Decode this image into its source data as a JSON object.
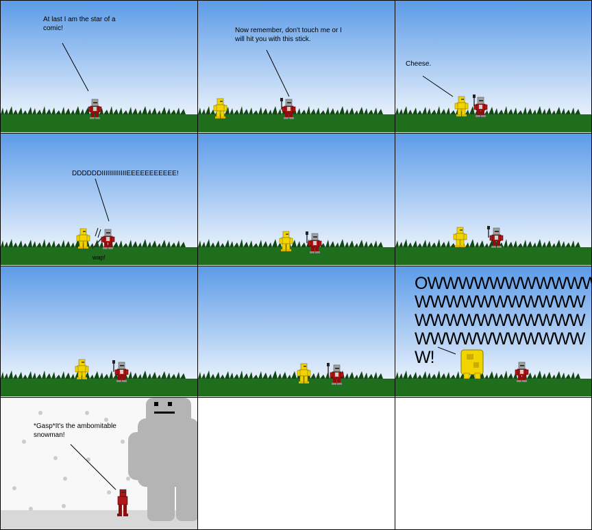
{
  "panels": [
    {
      "id": "p1",
      "caption": "At last I am the star of a\ncomic!"
    },
    {
      "id": "p2",
      "caption": "Now remember, don't touch me or I\nwill hit you with this stick."
    },
    {
      "id": "p3",
      "caption": "Cheese."
    },
    {
      "id": "p4",
      "caption": "DDDDDDIIIIIIIIIIIIIEEEEEEEEEEE!",
      "sfx": "wap!"
    },
    {
      "id": "p5",
      "caption": ""
    },
    {
      "id": "p6",
      "caption": ""
    },
    {
      "id": "p7",
      "caption": ""
    },
    {
      "id": "p8",
      "caption": ""
    },
    {
      "id": "p9",
      "caption": "OWWWWWWWWWWW\nWWWWWWWWWWW\nWWWWWWWWWWW\nWWWWWWWWWWW\nW!"
    },
    {
      "id": "p10",
      "caption": "*Gasp*It's the ambomitable\nsnowman!"
    },
    {
      "id": "p11",
      "caption": ""
    },
    {
      "id": "p12",
      "caption": ""
    }
  ],
  "colors": {
    "sky_top": "#5b9be8",
    "sky_bottom": "#ffffff",
    "grass": "#1e6e1e",
    "grass_dark": "#124812",
    "yellow_figure": "#f2d400",
    "red_armor": "#b01818",
    "gray_head": "#a0a0a0",
    "snowman": "#b4b4b4",
    "snow_ground": "#d8d8d8"
  }
}
